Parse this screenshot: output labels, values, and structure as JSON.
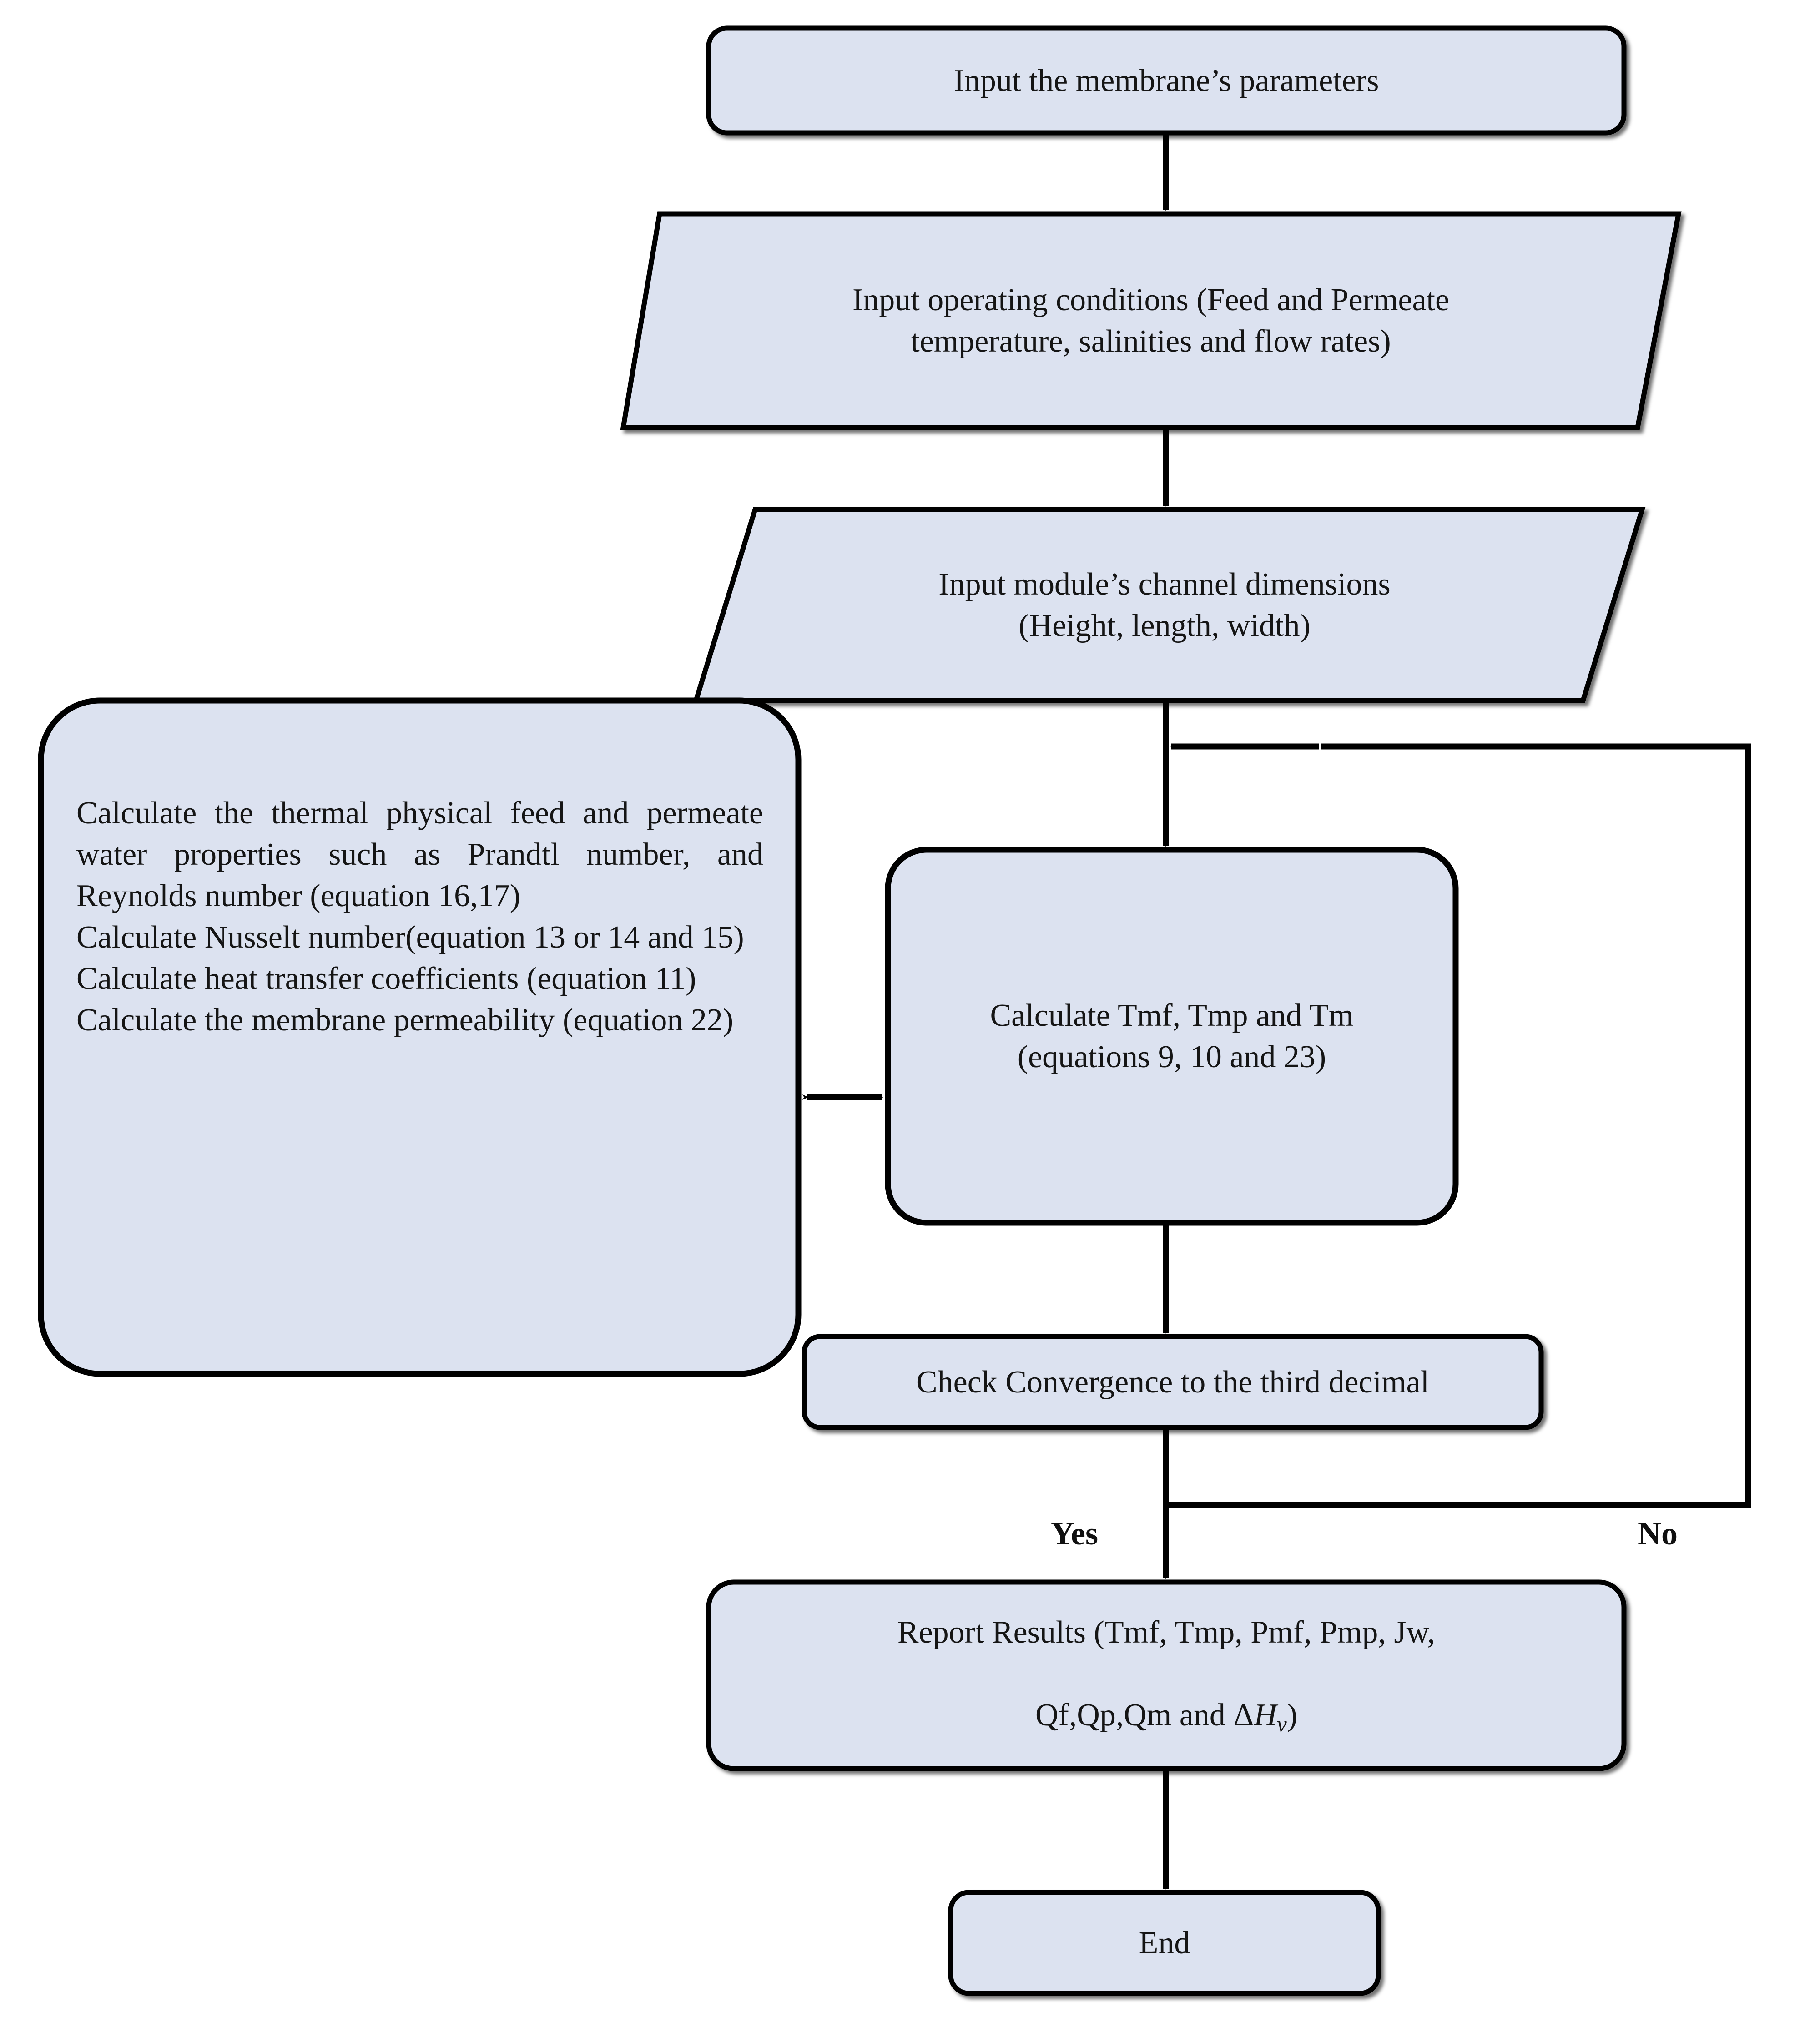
{
  "diagram": {
    "title": "Membrane distillation calculation flowchart",
    "fill_color": "#dce2f0",
    "stroke_color": "#000000",
    "background": "#ffffff",
    "text_color": "#151515"
  },
  "nodes": {
    "input_membrane": {
      "shape": "rounded-rect",
      "label": "Input the membrane’s parameters"
    },
    "input_operating": {
      "shape": "parallelogram",
      "label": "Input operating conditions (Feed and Permeate\ntemperature, salinities and flow rates)"
    },
    "input_module": {
      "shape": "parallelogram",
      "label": "Input module’s channel dimensions\n(Height, length, width)"
    },
    "calculations": {
      "shape": "rounded-rect",
      "lines": [
        "Calculate the thermal physical feed and permeate water properties such as Prandtl number, and Reynolds number (equation 16,17)",
        "Calculate Nusselt number(equation 13 or 14 and 15)",
        "Calculate heat transfer coefficients (equation 11)",
        "Calculate the membrane permeability (equation 22)"
      ]
    },
    "calc_tm": {
      "shape": "rounded-rect",
      "label": "Calculate Tmf, Tmp and Tm\n(equations 9, 10 and 23)"
    },
    "check_convergence": {
      "shape": "rounded-rect",
      "label": "Check Convergence to the third decimal"
    },
    "report_results": {
      "shape": "rounded-rect",
      "line1": "Report Results  (Tmf, Tmp, Pmf, Pmp, Jw,",
      "line2_prefix": "Qf,Qp,Qm and Δ",
      "line2_italic": "H",
      "line2_sub": "v",
      "line2_suffix": ")"
    },
    "end": {
      "shape": "rounded-rect",
      "label": "End"
    }
  },
  "edges": {
    "yes_label": "Yes",
    "no_label": "No",
    "bidirectional_connector": "double-headed-arrow"
  }
}
